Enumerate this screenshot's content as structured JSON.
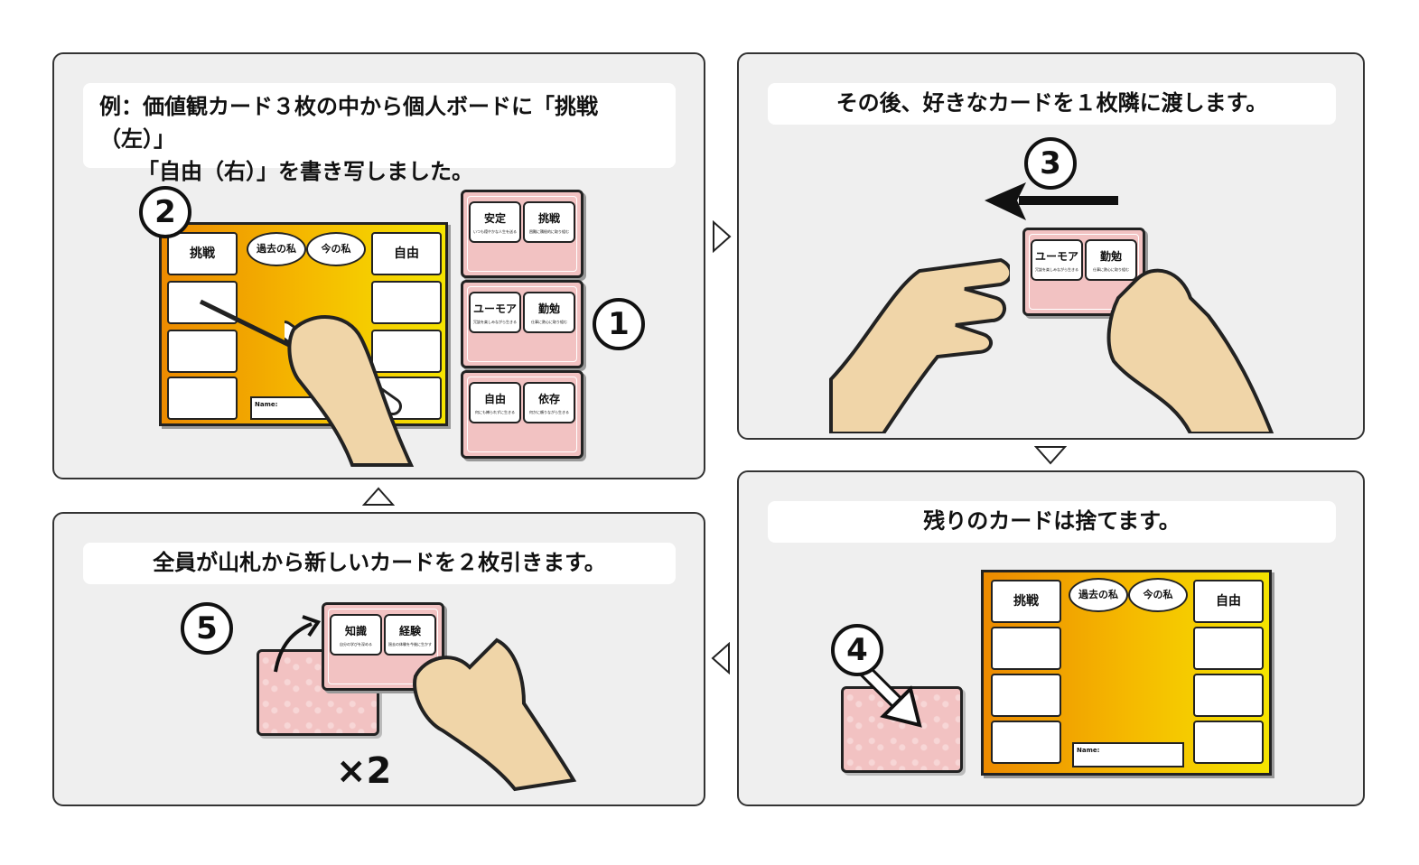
{
  "steps": {
    "step1": {
      "number": "1",
      "caption_line1": "例：価値観カード３枚の中から個人ボードに「挑戦（左）」",
      "caption_line2": "「自由（右）」を書き写しました。"
    },
    "step2": {
      "number": "2"
    },
    "step3": {
      "number": "3",
      "caption": "その後、好きなカードを１枚隣に渡します。"
    },
    "step4": {
      "number": "4",
      "caption": "残りのカードは捨てます。"
    },
    "step5": {
      "number": "5",
      "caption": "全員が山札から新しいカードを２枚引きます。",
      "multiplier": "×2"
    }
  },
  "board_p1": {
    "left": "挑戦",
    "right": "自由",
    "past": "過去の私",
    "now": "今の私",
    "name": "Name:"
  },
  "board_p4": {
    "left": "挑戦",
    "right": "自由",
    "past": "過去の私",
    "now": "今の私",
    "name": "Name:"
  },
  "cards": [
    {
      "l": "安定",
      "ls": "いつも穏やかな人生を送る",
      "r": "挑戦",
      "rs": "困難に積極的に取り組む"
    },
    {
      "l": "ユーモア",
      "ls": "冗談を楽しみながら生きる",
      "r": "勤勉",
      "rs": "仕事に熱心に取り組む"
    },
    {
      "l": "自由",
      "ls": "何にも縛られずに生きる",
      "r": "依存",
      "rs": "何かに頼りながら生きる"
    }
  ],
  "passed_card": {
    "l": "ユーモア",
    "ls": "冗談を楽しみながら生きる",
    "r": "勤勉",
    "rs": "仕事に熱心に取り組む"
  },
  "drawn_card": {
    "l": "知識",
    "ls": "自分の学びを深める",
    "r": "経験",
    "rs": "過去の体験を今後に生かす"
  },
  "colors": {
    "panel": "#efefef",
    "card": "#f2c2c2",
    "board_start": "#ec8a00",
    "board_end": "#f5e400",
    "skin": "#f0d5a8"
  }
}
